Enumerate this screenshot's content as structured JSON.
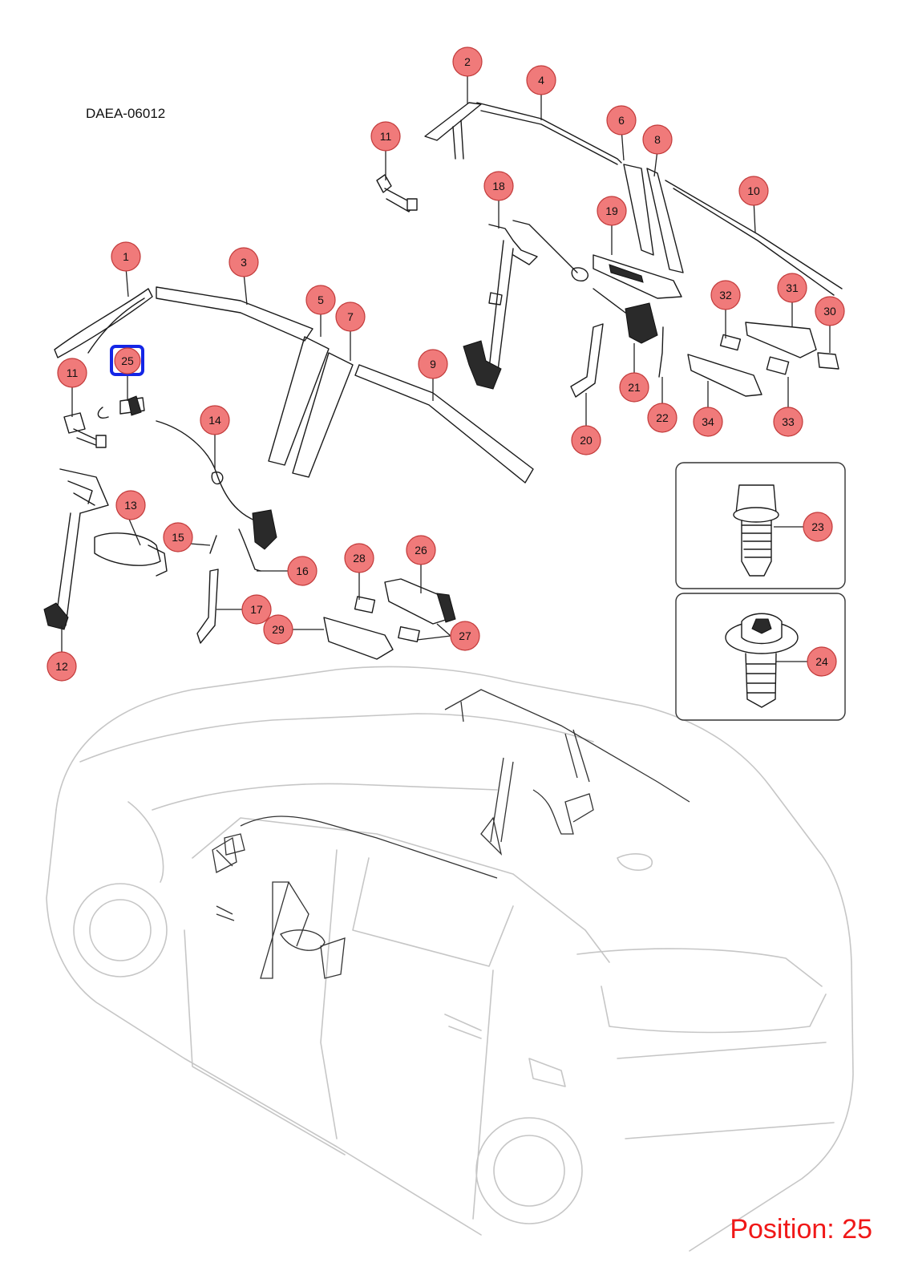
{
  "diagram": {
    "reference_code": "DAEA-06012",
    "position_readout": "Position: 25",
    "selected_callout": "25",
    "colors": {
      "callout_fill": "#f07a7a",
      "highlight": "#1426e6",
      "readout": "#f01818"
    },
    "callouts": [
      "1",
      "2",
      "3",
      "4",
      "5",
      "6",
      "7",
      "8",
      "9",
      "10",
      "11",
      "11",
      "12",
      "13",
      "14",
      "15",
      "16",
      "17",
      "18",
      "19",
      "20",
      "21",
      "22",
      "23",
      "24",
      "25",
      "26",
      "27",
      "28",
      "29",
      "30",
      "31",
      "32",
      "33",
      "34"
    ]
  }
}
